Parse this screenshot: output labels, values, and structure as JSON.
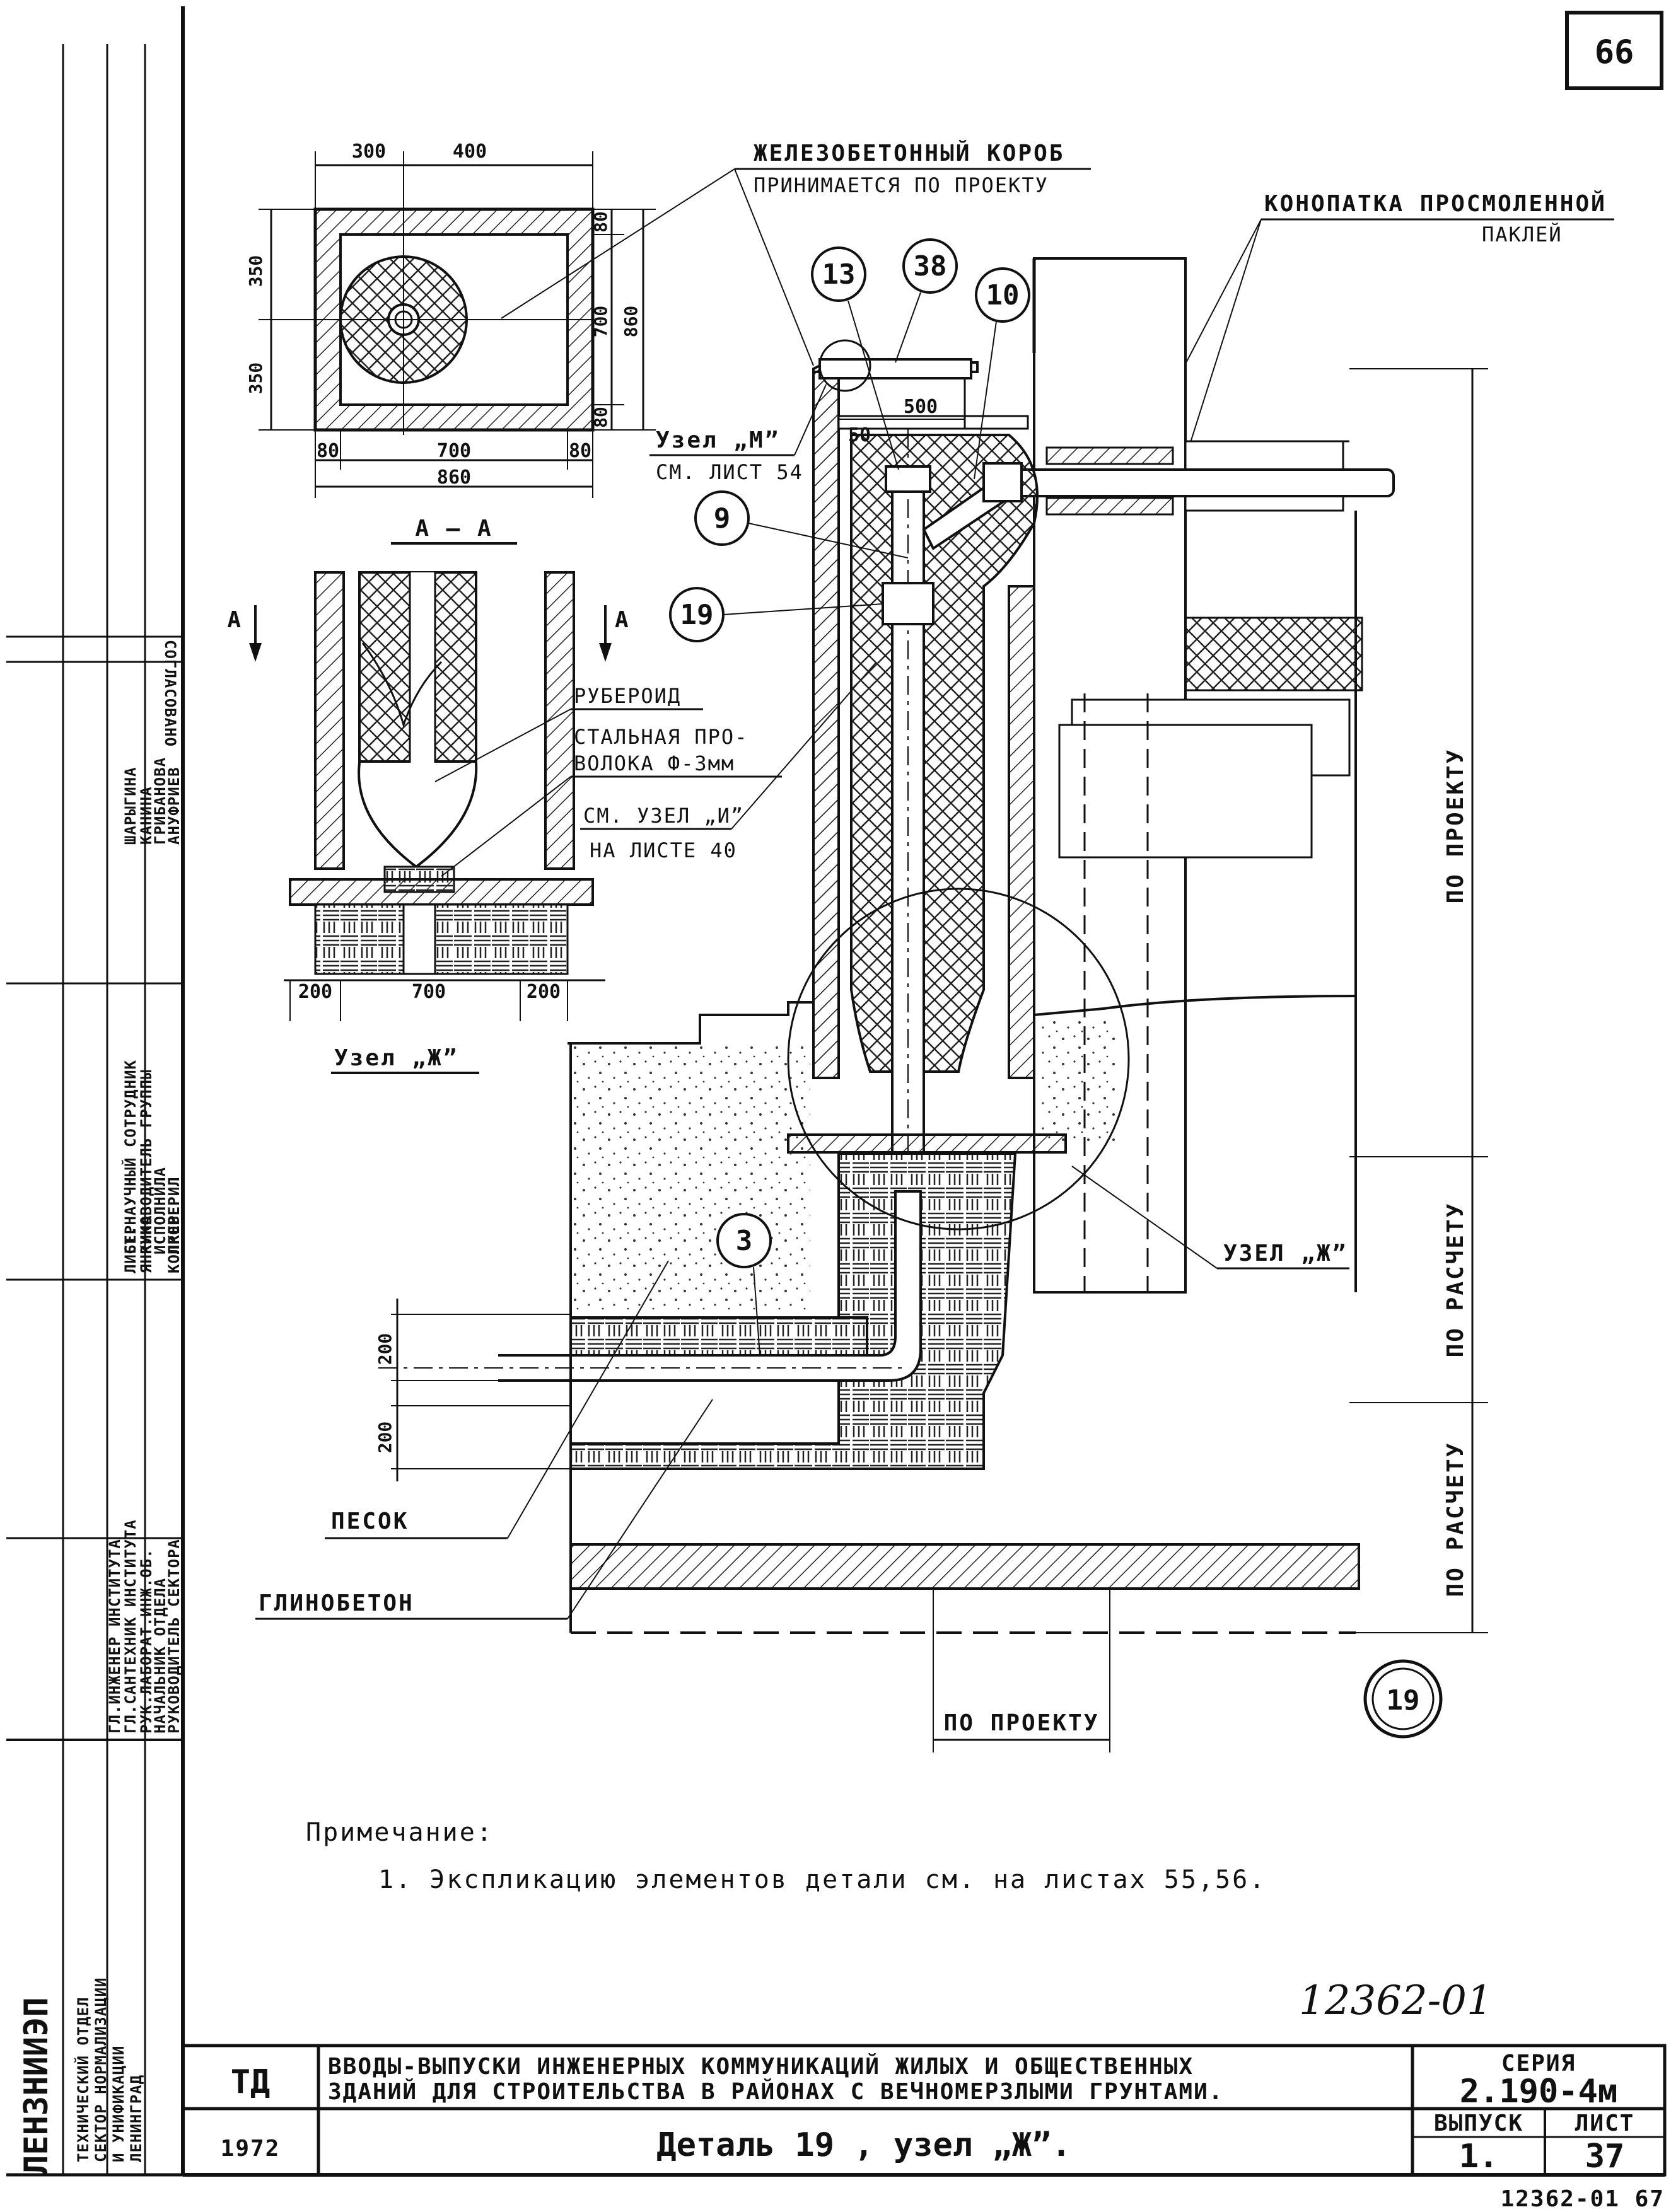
{
  "sheet_number": "66",
  "plan": {
    "dims_top": [
      "300",
      "400"
    ],
    "dims_left": [
      "350",
      "350"
    ],
    "dims_right": [
      "80",
      "700",
      "80",
      "860"
    ],
    "dims_bottom": [
      "80",
      "700",
      "80",
      "860"
    ]
  },
  "section": {
    "title": "А — А",
    "mark_left": "А",
    "mark_right": "А",
    "dims_bottom": [
      "200",
      "700",
      "200"
    ],
    "node_title": "Узел „Ж”",
    "labels": {
      "ruberoid": "РУБЕРОИД",
      "wire_1": "СТАЛЬНАЯ ПРО-",
      "wire_2": "ВОЛОКА Ф-3мм",
      "see_node_u_1": "СМ. УЗЕЛ „И”",
      "see_node_u_2": "НА ЛИСТЕ 40"
    }
  },
  "main": {
    "label_box_1": "ЖЕЛЕЗОБЕТОННЫЙ КОРОБ",
    "label_box_2": "ПРИНИМАЕТСЯ ПО ПРОЕКТУ",
    "label_caulk_1": "КОНОПАТКА ПРОСМОЛЕННОЙ",
    "label_caulk_2": "ПАКЛЕЙ",
    "node_m_1": "Узел „М”",
    "node_m_2": "СМ. ЛИСТ 54",
    "dim_500": "500",
    "dim_50": "50",
    "callouts": [
      "13",
      "38",
      "10",
      "9",
      "19",
      "3"
    ],
    "node_zh_ref": "УЗЕЛ „Ж”",
    "sand": "ПЕСОК",
    "clay": "ГЛИНОБЕТОН",
    "dim_200a": "200",
    "dim_200b": "200",
    "per_project_bottom": "ПО ПРОЕКТУ",
    "right_dims": [
      "ПО ПРОЕКТУ",
      "ПО РАСЧЕТУ",
      "ПО РАСЧЕТУ"
    ],
    "detail_number": "19"
  },
  "note": {
    "heading": "Примечание:",
    "item": "1.  Экспликацию элементов детали см. на листах 55,56."
  },
  "handwritten_number": "12362-01",
  "title_block": {
    "td": "ТД",
    "year": "1972",
    "title_1": "ВВОДЫ-ВЫПУСКИ ИНЖЕНЕРНЫХ КОММУНИКАЦИЙ ЖИЛЫХ И ОБЩЕСТВЕННЫХ",
    "title_2": "ЗДАНИЙ ДЛЯ СТРОИТЕЛЬСТВА В РАЙОНАХ С ВЕЧНОМЕРЗЛЫМИ ГРУНТАМИ.",
    "series_label": "СЕРИЯ",
    "series_value": "2.190-4м",
    "issue_label": "ВЫПУСК",
    "issue_value": "1.",
    "sheet_label": "ЛИСТ",
    "sheet_value": "37",
    "detail_title": "Деталь 19 , узел „Ж”."
  },
  "side_block": {
    "org": "ЛЕНЗНИИЭП",
    "dept_1": "ТЕХНИЧЕСКИЙ ОТДЕЛ",
    "dept_2": "СЕКТОР НОРМАЛИЗАЦИИ",
    "dept_3": "И УНИФИКАЦИИ",
    "dept_4": "ЛЕНИНГРАД",
    "roles_left": [
      "ГЛ.ИНЖЕНЕР ИНСТИТУТА",
      "ГЛ.САНТЕХНИК ИНСТИТУТА",
      "РУК.ЛАБОРАТ.ИНЖ.ОБ.",
      "НАЧАЛЬНИК ОТДЕЛА",
      "РУКОВОДИТЕЛЬ СЕКТОРА"
    ],
    "names_left": [
      "ЛИБЕР",
      "ЯНКИНА",
      "КОЛКЕР"
    ],
    "roles_mid": [
      "СТ.НАУЧНЫЙ СОТРУДНИК",
      "РУКОВОДИТЕЛЬ ГРУППЫ",
      "ИСПОЛНИЛА",
      "ПРОВЕРИЛ"
    ],
    "names_mid": [
      "ШАРЫГИНА",
      "КАНИНА",
      "ГРИБАНОВА",
      "АНУФРИЕВ"
    ],
    "agreed": "СОГЛАСОВАНО"
  },
  "footer_stamp": "12362-01   67"
}
